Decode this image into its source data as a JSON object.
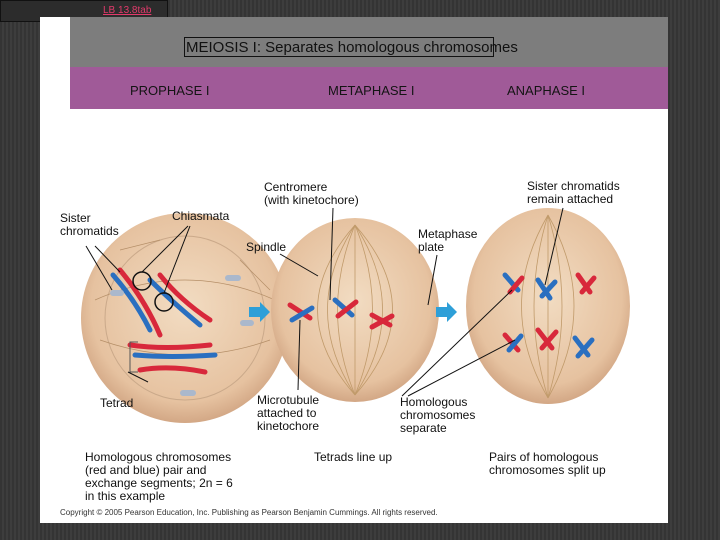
{
  "nav": {
    "link": "LB 13.8tab"
  },
  "title": "MEIOSIS I: Separates homologous chromosomes",
  "phases": [
    "PROPHASE I",
    "METAPHASE I",
    "ANAPHASE I"
  ],
  "labels": {
    "sister_chromatids": [
      "Sister",
      "chromatids"
    ],
    "chiasmata": "Chiasmata",
    "centromere": [
      "Centromere",
      "(with kinetochore)"
    ],
    "sister_attached": [
      "Sister chromatids",
      "remain attached"
    ],
    "metaphase_plate": [
      "Metaphase",
      "plate"
    ],
    "spindle": "Spindle",
    "tetrad": "Tetrad",
    "microtubule": [
      "Microtubule",
      "attached to",
      "kinetochore"
    ],
    "homologous_separate": [
      "Homologous",
      "chromosomes",
      "separate"
    ],
    "homologous_pair": [
      "Homologous chromosomes",
      "(red and blue) pair and",
      "exchange segments; 2n = 6",
      "in this example"
    ],
    "tetrads_line_up": "Tetrads line up",
    "pairs_split": [
      "Pairs of homologous",
      "chromosomes split up"
    ]
  },
  "copyright": "Copyright © 2005 Pearson Education, Inc. Publishing as Pearson Benjamin Cummings. All rights reserved.",
  "colors": {
    "header": "#7d7d7d",
    "phase_bar": "#a05a98",
    "cell": "#e8c9a8",
    "red": "#d8283b",
    "blue": "#2a6fc0",
    "arrow": "#2e9fd8"
  }
}
